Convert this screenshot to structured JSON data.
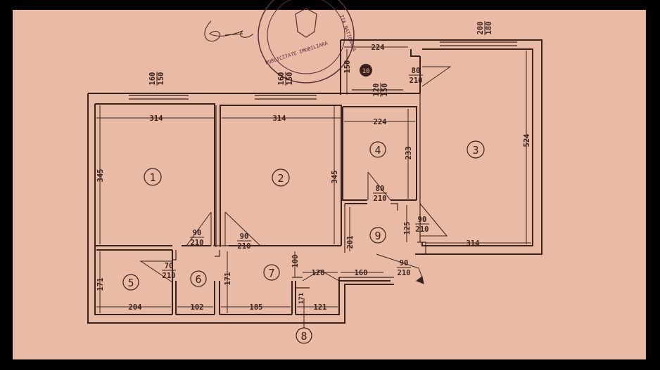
{
  "colors": {
    "paper": "#e9bba6",
    "ink": "#3a211c",
    "frame": "#000000",
    "stamp": "#5a2e3a"
  },
  "stamp": {
    "text": "AGENTIA NATIONALA DE CADASTRU SI PUBLICITATE IMOBILIARA"
  },
  "rooms": [
    "1",
    "2",
    "3",
    "4",
    "5",
    "6",
    "7",
    "8",
    "9",
    "10"
  ],
  "windows": [
    {
      "w": "160",
      "h": "150"
    },
    {
      "w": "160",
      "h": "150"
    },
    {
      "w": "120",
      "h": "150"
    },
    {
      "w": "200",
      "h": "180"
    }
  ],
  "doors": [
    {
      "w": "90",
      "h": "210"
    },
    {
      "w": "90",
      "h": "210"
    },
    {
      "w": "80",
      "h": "210"
    },
    {
      "w": "80",
      "h": "210"
    },
    {
      "w": "90",
      "h": "210"
    },
    {
      "w": "70",
      "h": "210"
    },
    {
      "w": "90",
      "h": "210"
    }
  ],
  "dimensions": {
    "room1_width": "314",
    "room1_length": "345",
    "room2_width": "314",
    "room2_length": "345",
    "room3_length": "524",
    "room3_width": "314",
    "room4_width": "224",
    "room4_length": "233",
    "room10_width": "224",
    "room10_length": "150",
    "room9_a": "125",
    "room9_b": "201",
    "room5_length": "171",
    "room5_width": "204",
    "room6_width": "102",
    "room7_width": "185",
    "room7_length": "171",
    "room7_b": "100",
    "hall_a": "128",
    "hall_b": "160",
    "room8_width": "121",
    "room8_length": "171"
  }
}
